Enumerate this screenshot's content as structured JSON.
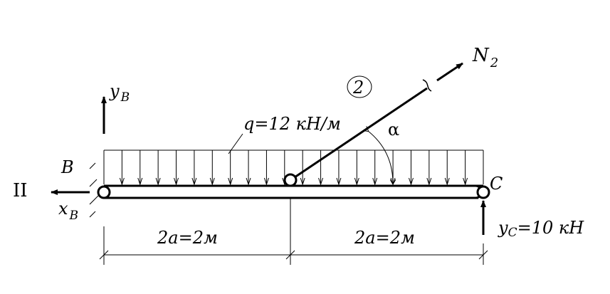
{
  "labels": {
    "section": "II",
    "support_b": "B",
    "support_c": "C",
    "reaction_yb_main": "y",
    "reaction_yb_sub": "B",
    "reaction_xb_main": "x",
    "reaction_xb_sub": "B",
    "reaction_yc_main": "y",
    "reaction_yc_sub": "C",
    "reaction_yc_value": "=10 кН",
    "load_q": "q=12 кН/м",
    "force_n_main": "N",
    "force_n_sub": "2",
    "rod_number": "2",
    "angle": "α",
    "dim_left": "2a=2м",
    "dim_right": "2a=2м"
  },
  "colors": {
    "line": "#000000",
    "background": "#ffffff"
  }
}
